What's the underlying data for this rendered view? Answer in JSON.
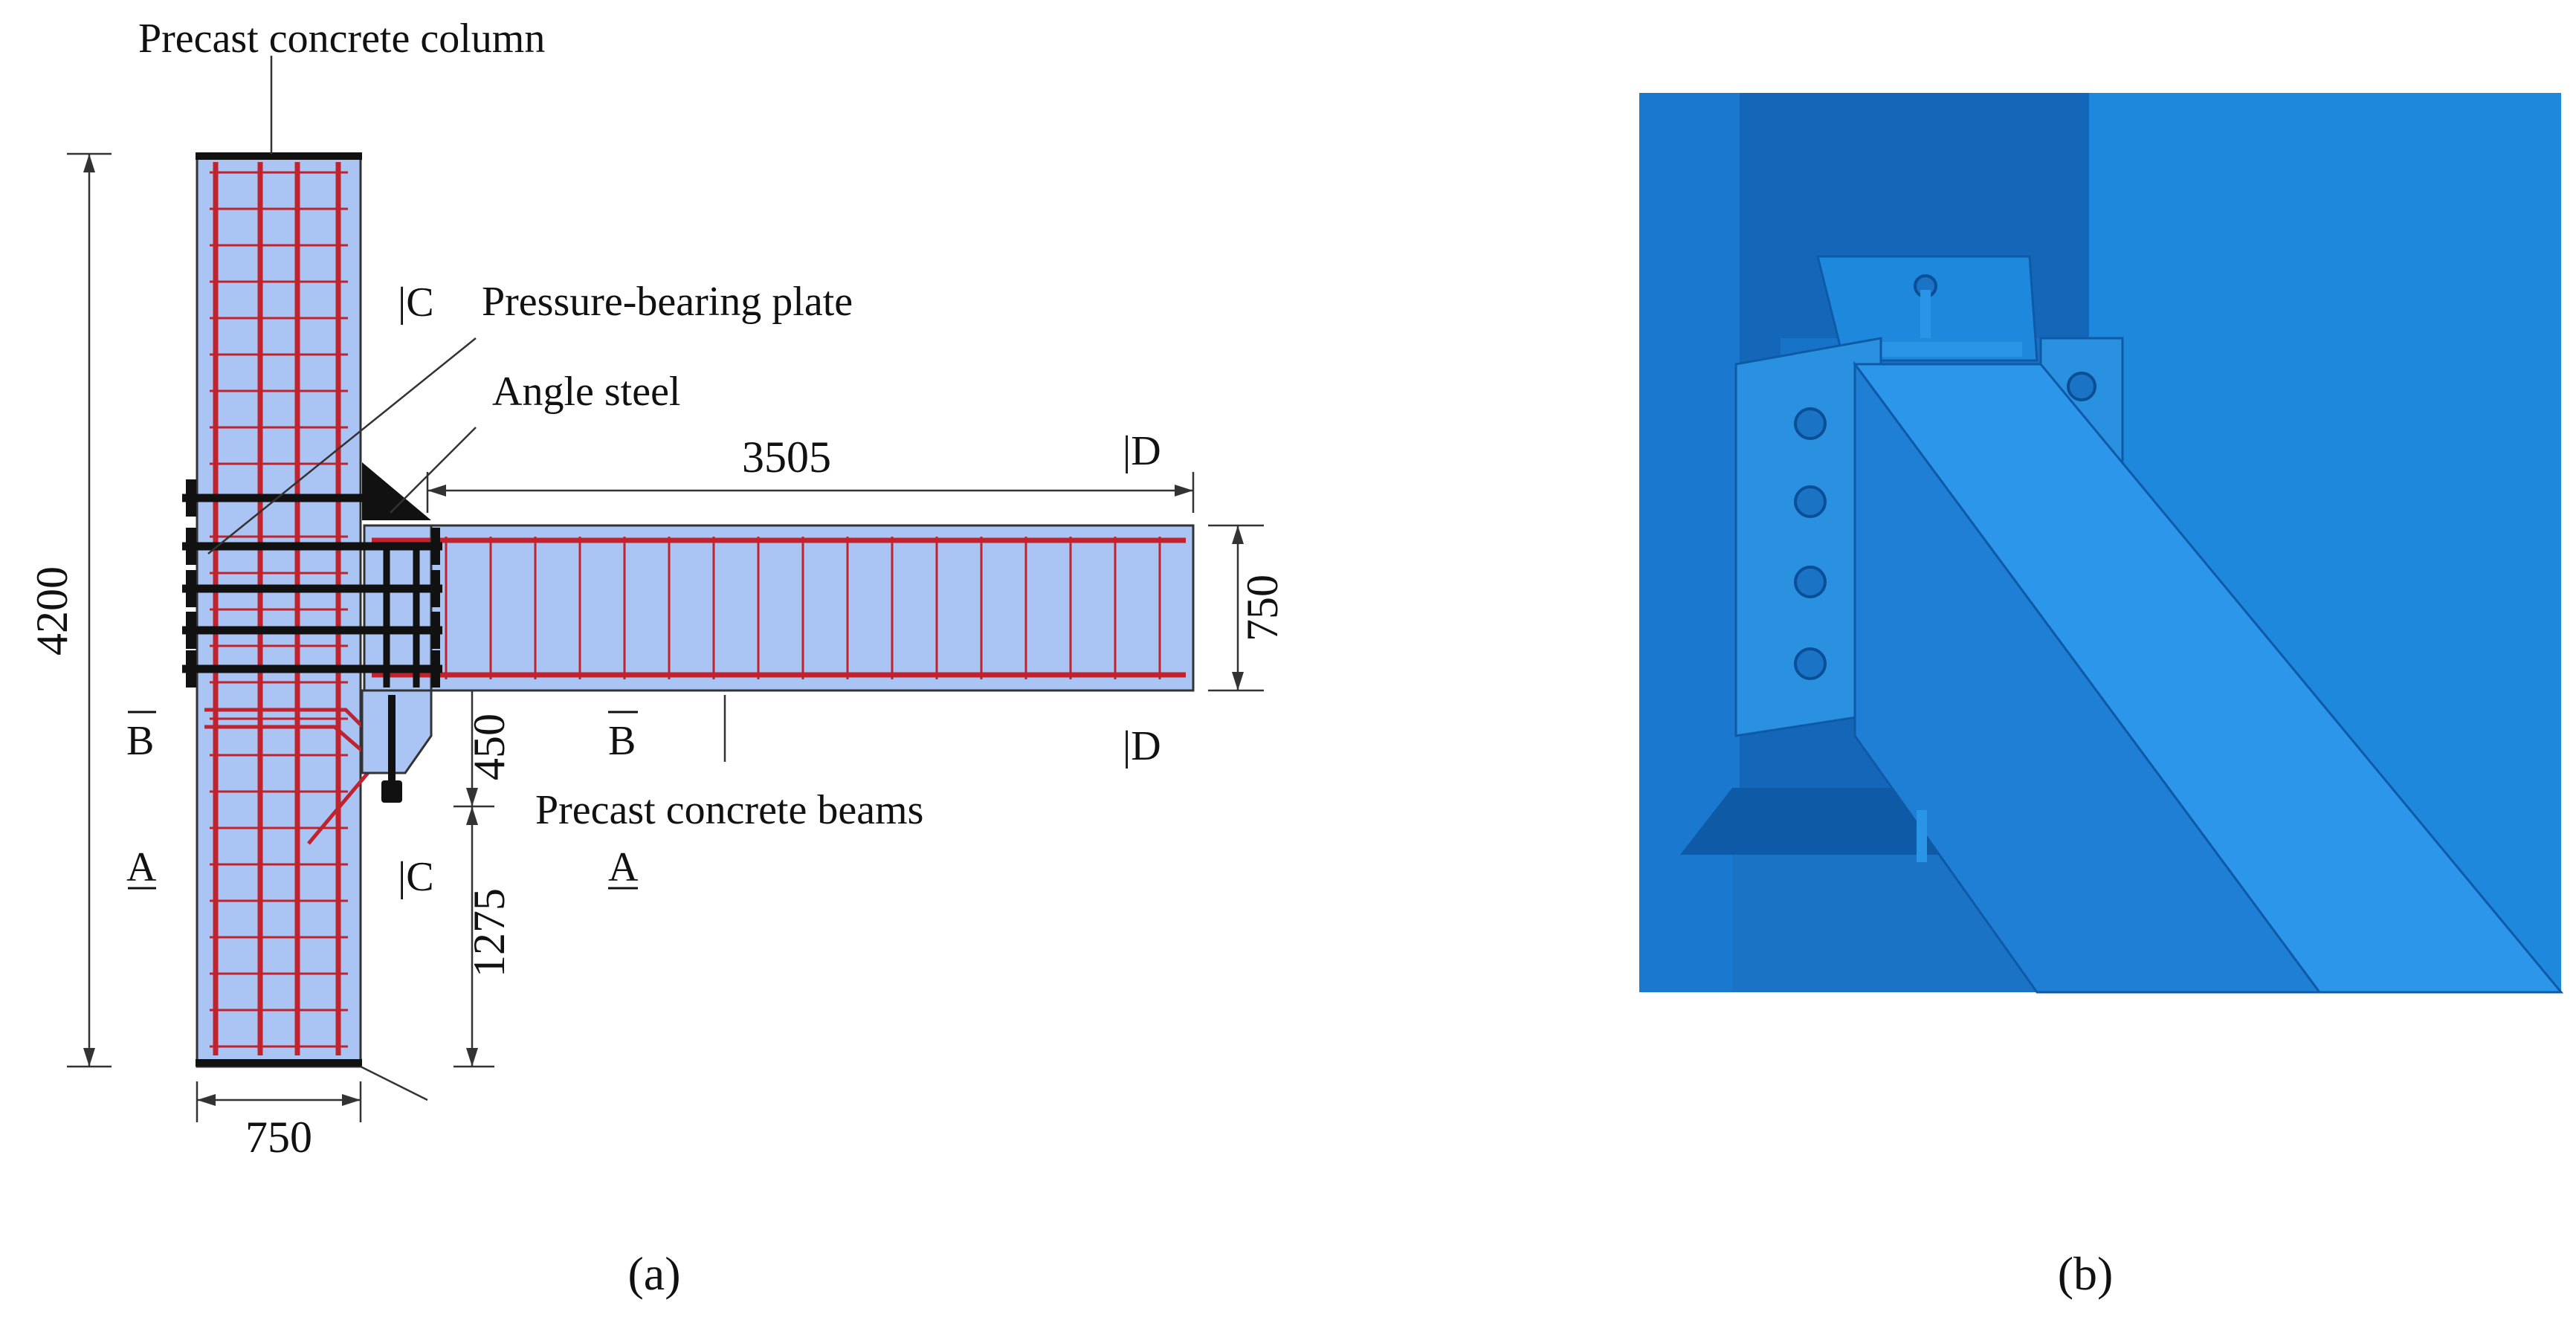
{
  "colors": {
    "concrete": "#aac4f4",
    "rebar": "#c0232d",
    "steel": "#111111",
    "model_light": "#1e88dc",
    "model_mid": "#1a73c4",
    "model_dark": "#0f5aa6"
  },
  "panel_a": {
    "caption": "(a)",
    "labels": {
      "column": "Precast concrete column",
      "pressure_plate": "Pressure-bearing plate",
      "angle_steel": "Angle steel",
      "beams": "Precast concrete beams"
    },
    "dimensions": {
      "column_height": "4200",
      "column_width": "750",
      "beam_length": "3505",
      "beam_depth": "750",
      "gap_450": "450",
      "gap_1275": "1275"
    },
    "sections": {
      "c_top": "|C",
      "c_bottom": "|C",
      "d_top": "|D",
      "d_bottom": "|D",
      "b_left": "B",
      "b_right": "B",
      "a_left": "A",
      "a_right": "A"
    }
  },
  "panel_b": {
    "caption": "(b)"
  }
}
